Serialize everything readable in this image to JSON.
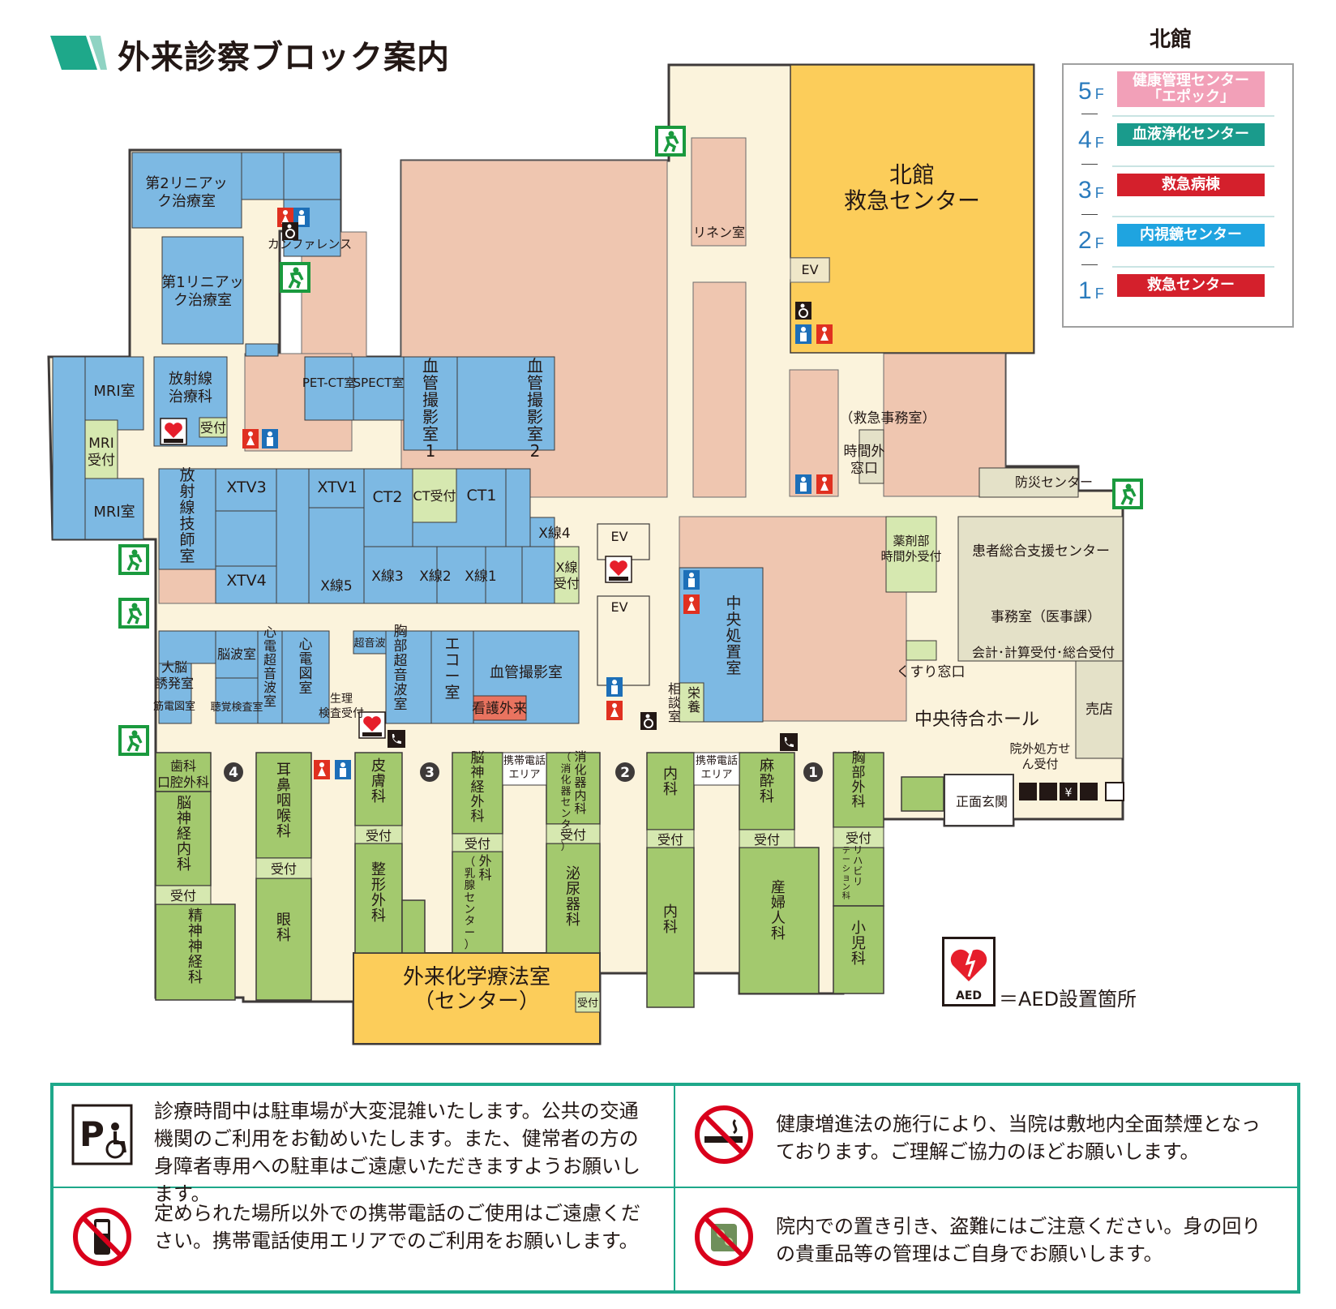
{
  "title": "外来診察ブロック案内",
  "colors": {
    "clinic_green": "#a3c96e",
    "room_blue": "#7db9e3",
    "corridor": "#fbf3dc",
    "staff_pink": "#efc6b0",
    "emergency_orange": "#fccd5a",
    "reception_light": "#d6e8b0",
    "beige": "#e4e1c8",
    "accent_teal": "#1ea88a"
  },
  "north_building": {
    "heading": "北館",
    "floors": [
      {
        "num": "5",
        "f": "F",
        "label": "健康管理センター「エポック」",
        "color": "#f2a0b8"
      },
      {
        "num": "4",
        "f": "F",
        "label": "血液浄化センター",
        "color": "#1a9b8c"
      },
      {
        "num": "3",
        "f": "F",
        "label": "救急病棟",
        "color": "#d4202c"
      },
      {
        "num": "2",
        "f": "F",
        "label": "内視鏡センター",
        "color": "#1fa4e0"
      },
      {
        "num": "1",
        "f": "F",
        "label": "救急センター",
        "color": "#d4202c"
      }
    ]
  },
  "rooms": {
    "linac2": "第2リニアック治療室",
    "linac1": "第1リニアック治療室",
    "conference": "カンファレンス",
    "mri1": "MRI室",
    "mri_reception": "MRI受付",
    "mri2": "MRI室",
    "radiotherapy": "放射線治療科",
    "reception": "受付",
    "pet_ct": "PET-CT室",
    "spect": "SPECT室",
    "angio1": "血管撮影室1",
    "angio2": "血管撮影室2",
    "linen": "リネン室",
    "ev": "EV",
    "north_er": "北館救急センター",
    "er_office": "（救急事務室）",
    "after_hours_window": "時間外窓口",
    "disaster_center": "防災センター",
    "radiology_tech": "放射線技師室",
    "xtv3": "XTV3",
    "xtv1": "XTV1",
    "xtv4": "XTV4",
    "ct2": "CT2",
    "ct_reception": "CT受付",
    "ct1": "CT1",
    "xray4": "X線4",
    "xray_reception": "X線受付",
    "xray5": "X線5",
    "xray3": "X線3",
    "xray2": "X線2",
    "xray1": "X線1",
    "pharmacy_after_hours": "薬剤部時間外受付",
    "patient_support": "患者総合支援センター",
    "office": "事務室（医事課）",
    "accounting": "会計･計算受付･総合受付",
    "medicine_window": "くすり窓口",
    "central_treatment": "中央処置室",
    "central_hall": "中央待合ホール",
    "shop": "売店",
    "outside_rx": "院外処方せん受付",
    "main_entrance": "正面玄関",
    "brain_evoked": "大脳誘発室",
    "eeg": "脳波室",
    "ecg_echo": "心電超音波室",
    "ecg": "心電図室",
    "emg": "筋電図室",
    "hearing": "聴覚検査室",
    "physio_reception": "生理検査受付",
    "ultrasound": "超音波",
    "chest_us": "胸部超音波室",
    "echo": "エコー室",
    "vascular": "血管撮影室",
    "nursing_outpatient": "看護外来",
    "consult": "相談室",
    "nutrition": "栄養",
    "dental": "歯科口腔外科",
    "neurology": "脳神経内科",
    "psychiatry": "精神神経科",
    "ent": "耳鼻咽喉科",
    "ophthalmology": "眼科",
    "dermatology": "皮膚科",
    "orthopedics": "整形外科",
    "neurosurgery": "脳神経外科",
    "breast_surgery": "外科（乳腺センター）",
    "gi_medicine": "消化器内科（消化器センター）",
    "urology": "泌尿器科",
    "phone_area": "携帯電話エリア",
    "chemo": "外来化学療法室（センター）",
    "internal_a": "内科",
    "internal_b": "内科",
    "anesthesiology": "麻酔科",
    "obgyn": "産婦人科",
    "thoracic": "胸部外科",
    "rehab": "リハビリテーション科",
    "pediatrics": "小児科"
  },
  "blocks": [
    "4",
    "3",
    "2",
    "1"
  ],
  "aed_legend": "＝AED設置箇所",
  "notices": [
    {
      "icon": "parking-icon",
      "text": "診療時間中は駐車場が大変混雑いたします。公共の交通機関のご利用をお勧めいたします。また、健常者の方の身障者専用への駐車はご遠慮いただきますようお願いします。"
    },
    {
      "icon": "no-smoking-icon",
      "text": "健康増進法の施行により、当院は敷地内全面禁煙となっております。ご理解ご協力のほどお願いします。"
    },
    {
      "icon": "no-phone-icon",
      "text": "定められた場所以外での携帯電話のご使用はご遠慮ください。携帯電話使用エリアでのご利用をお願いします。"
    },
    {
      "icon": "no-theft-icon",
      "text": "院内での置き引き、盗難にはご注意ください。身の回りの貴重品等の管理はご自身でお願いします。"
    }
  ]
}
